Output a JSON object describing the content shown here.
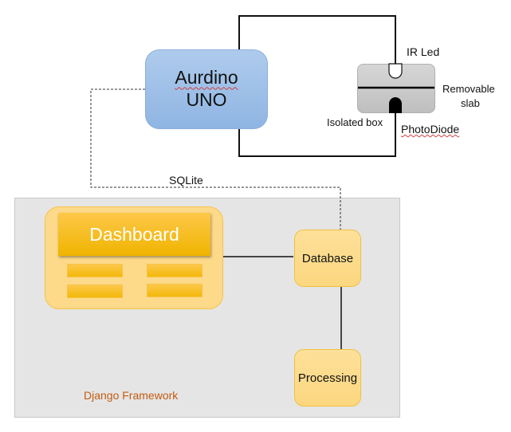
{
  "arduino": {
    "line1": "Aurdino",
    "line2": "UNO"
  },
  "sensor": {
    "ir_led_label": "IR Led",
    "slab_label_line1": "Removable",
    "slab_label_line2": "slab",
    "box_label": "Isolated box",
    "photodiode_label": "PhotoDiode"
  },
  "connection": {
    "sqlite_label": "SQLite"
  },
  "framework": {
    "label": "Django Framework",
    "dashboard_label": "Dashboard",
    "database_label": "Database",
    "processing_label": "Processing"
  },
  "colors": {
    "arduino_blue": "#9dc0e8",
    "dashboard_gold": "#fbbf1a",
    "node_fill": "#fdd98a",
    "framework_bg": "#e5e5e5",
    "framework_label": "#c55a11"
  }
}
